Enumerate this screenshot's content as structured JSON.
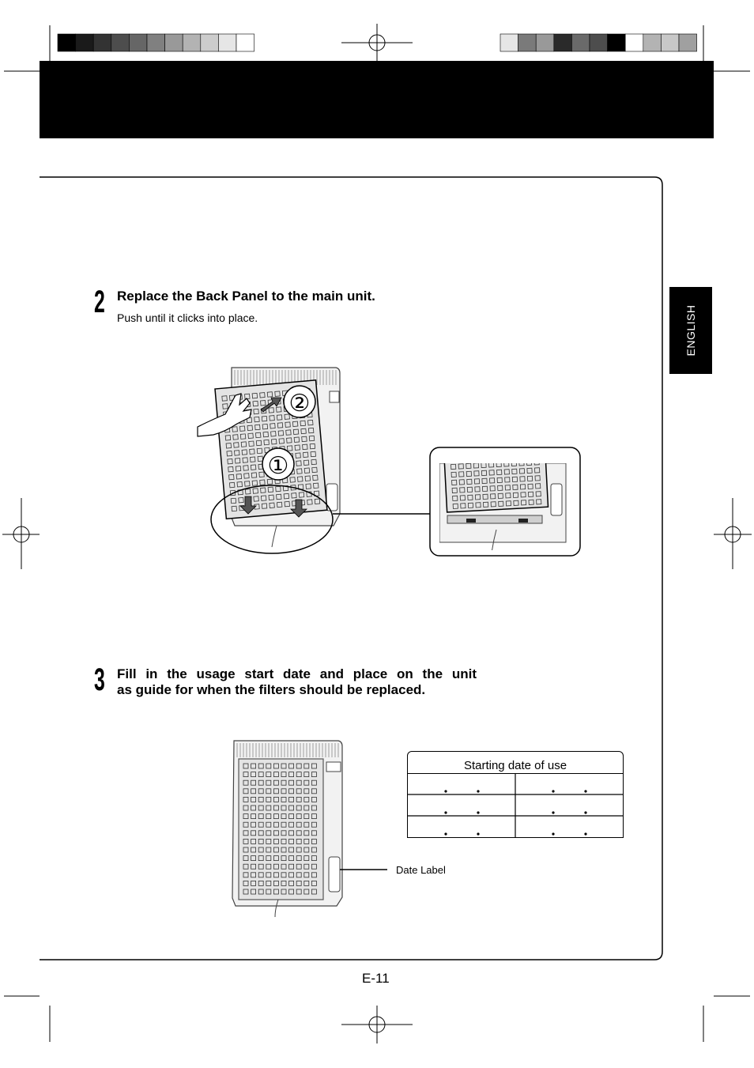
{
  "language_tab": "ENGLISH",
  "step2": {
    "number": "2",
    "title": "Replace the Back Panel to the main unit.",
    "subtitle": "Push until it clicks into place.",
    "callouts": [
      "①",
      "②"
    ]
  },
  "step3": {
    "number": "3",
    "title_line1": "Fill in the usage start date and place on the unit",
    "title_line2": "as guide for when the filters should be replaced."
  },
  "date_label_table": {
    "header": "Starting date of use",
    "rows": 3,
    "columns": 2
  },
  "date_label_caption": "Date Label",
  "page_number": "E-11",
  "colors": {
    "registration_left": [
      "#000000",
      "#1a1a1a",
      "#333333",
      "#4d4d4d",
      "#666666",
      "#808080",
      "#999999",
      "#b3b3b3",
      "#cccccc",
      "#e6e6e6",
      "#ffffff"
    ],
    "registration_right": [
      "#e6e6e6",
      "#7a7a7a",
      "#999999",
      "#2a2a2a",
      "#6a6a6a",
      "#4d4d4d",
      "#000000",
      "#ffffff",
      "#b3b3b3",
      "#c8c8c8",
      "#a0a0a0"
    ]
  }
}
